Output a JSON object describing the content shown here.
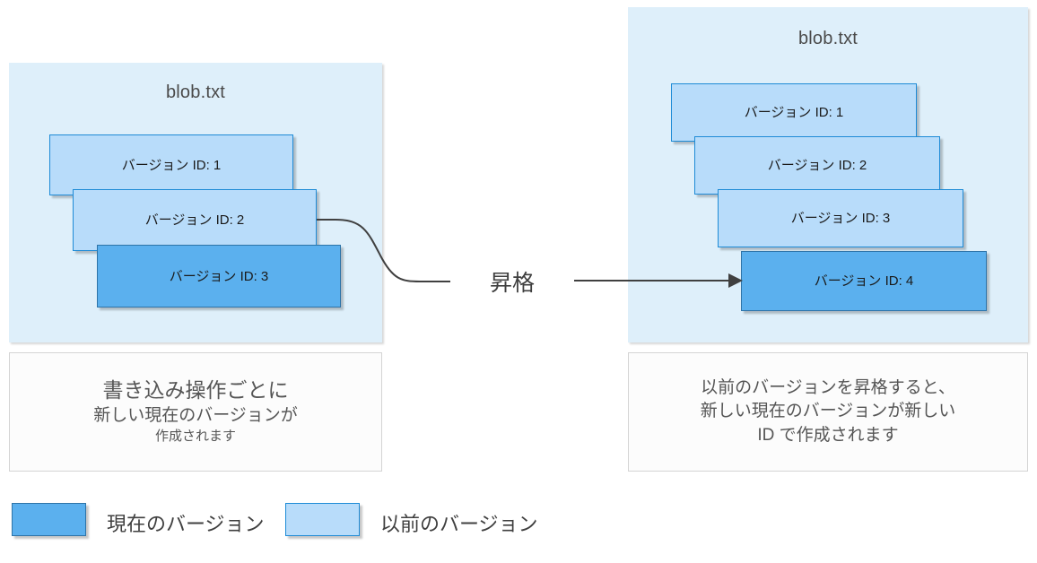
{
  "diagram": {
    "type": "blob-versioning-promotion-diagram",
    "colors": {
      "panel_background": "#DEEFFA",
      "previous_version_fill": "#B8DCFA",
      "previous_version_border": "#1E8BD6",
      "current_version_fill": "#5BB0EE",
      "current_version_border": "#2E74A8",
      "connector_stroke": "#404040",
      "caption_background": "#FCFCFC",
      "caption_border": "#D4D4D4",
      "text": "#3F3F3F"
    }
  },
  "left_panel": {
    "title": "blob.txt",
    "versions": [
      {
        "label": "バージョン ID: 1",
        "state": "previous"
      },
      {
        "label": "バージョン ID: 2",
        "state": "previous"
      },
      {
        "label": "バージョン ID: 3",
        "state": "current"
      }
    ],
    "caption": {
      "line1": "書き込み操作ごとに",
      "line2": "新しい現在のバージョンが",
      "line3": "作成されます"
    }
  },
  "right_panel": {
    "title": "blob.txt",
    "versions": [
      {
        "label": "バージョン ID: 1",
        "state": "previous"
      },
      {
        "label": "バージョン ID: 2",
        "state": "previous"
      },
      {
        "label": "バージョン ID: 3",
        "state": "previous"
      },
      {
        "label": "バージョン ID: 4",
        "state": "current"
      }
    ],
    "caption": {
      "line1": "以前のバージョンを昇格すると、",
      "line2": "新しい現在のバージョンが新しい",
      "line3": "ID で作成されます"
    }
  },
  "promotion": {
    "label": "昇格",
    "source_version": "バージョン ID: 2",
    "target_version": "バージョン ID: 4"
  },
  "legend": {
    "items": [
      {
        "label": "現在のバージョン",
        "state": "current"
      },
      {
        "label": "以前のバージョン",
        "state": "previous"
      }
    ]
  }
}
